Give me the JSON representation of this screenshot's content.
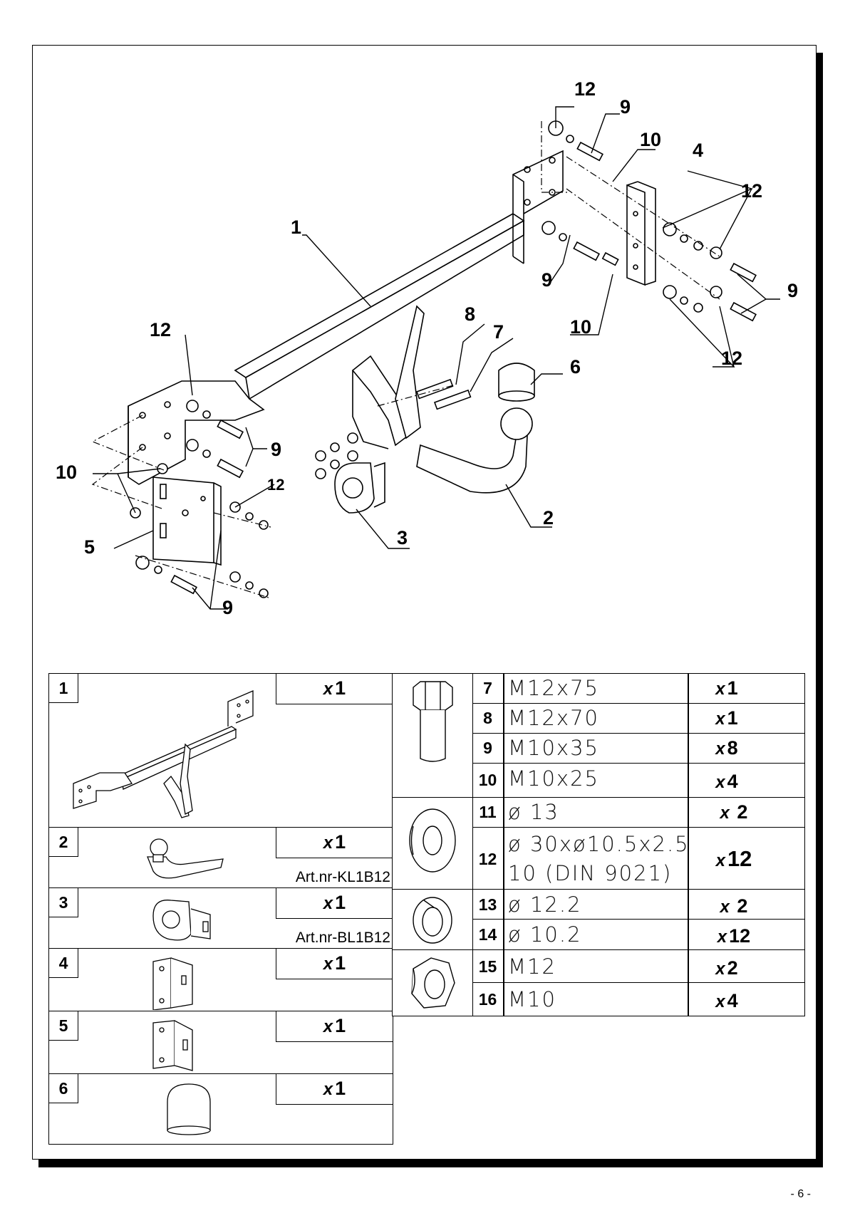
{
  "diagram": {
    "callouts": [
      "1",
      "2",
      "3",
      "4",
      "5",
      "6",
      "7",
      "8",
      "9",
      "10",
      "12"
    ]
  },
  "parts_left": [
    {
      "num": "1",
      "qty_x": "x",
      "qty_n": "1",
      "art": ""
    },
    {
      "num": "2",
      "qty_x": "x",
      "qty_n": "1",
      "art": "Art.nr-KL1B12"
    },
    {
      "num": "3",
      "qty_x": "x",
      "qty_n": "1",
      "art": "Art.nr-BL1B12"
    },
    {
      "num": "4",
      "qty_x": "x",
      "qty_n": "1",
      "art": ""
    },
    {
      "num": "5",
      "qty_x": "x",
      "qty_n": "1",
      "art": ""
    },
    {
      "num": "6",
      "qty_x": "x",
      "qty_n": "1",
      "art": ""
    }
  ],
  "parts_right": [
    {
      "num": "7",
      "spec": "M12x75",
      "qty_x": "x",
      "qty_n": "1"
    },
    {
      "num": "8",
      "spec": "M12x70",
      "qty_x": "x",
      "qty_n": "1"
    },
    {
      "num": "9",
      "spec": "M10x35",
      "qty_x": "x",
      "qty_n": "8"
    },
    {
      "num": "10",
      "spec": "M10x25",
      "qty_x": "x",
      "qty_n": "4"
    },
    {
      "num": "11",
      "spec": "ø 13",
      "qty_x": "x",
      "qty_n": "2"
    },
    {
      "num": "12",
      "spec": "ø 30xø10.5x2.5",
      "spec2": "10   (DIN  9021)",
      "qty_x": "x",
      "qty_n": "12"
    },
    {
      "num": "13",
      "spec": "ø 12.2",
      "qty_x": "x",
      "qty_n": "2"
    },
    {
      "num": "14",
      "spec": "ø 10.2",
      "qty_x": "x",
      "qty_n": "12"
    },
    {
      "num": "15",
      "spec": "M12",
      "qty_x": "x",
      "qty_n": "2"
    },
    {
      "num": "16",
      "spec": "M10",
      "qty_x": "x",
      "qty_n": "4"
    }
  ],
  "page_number": "- 6 -"
}
